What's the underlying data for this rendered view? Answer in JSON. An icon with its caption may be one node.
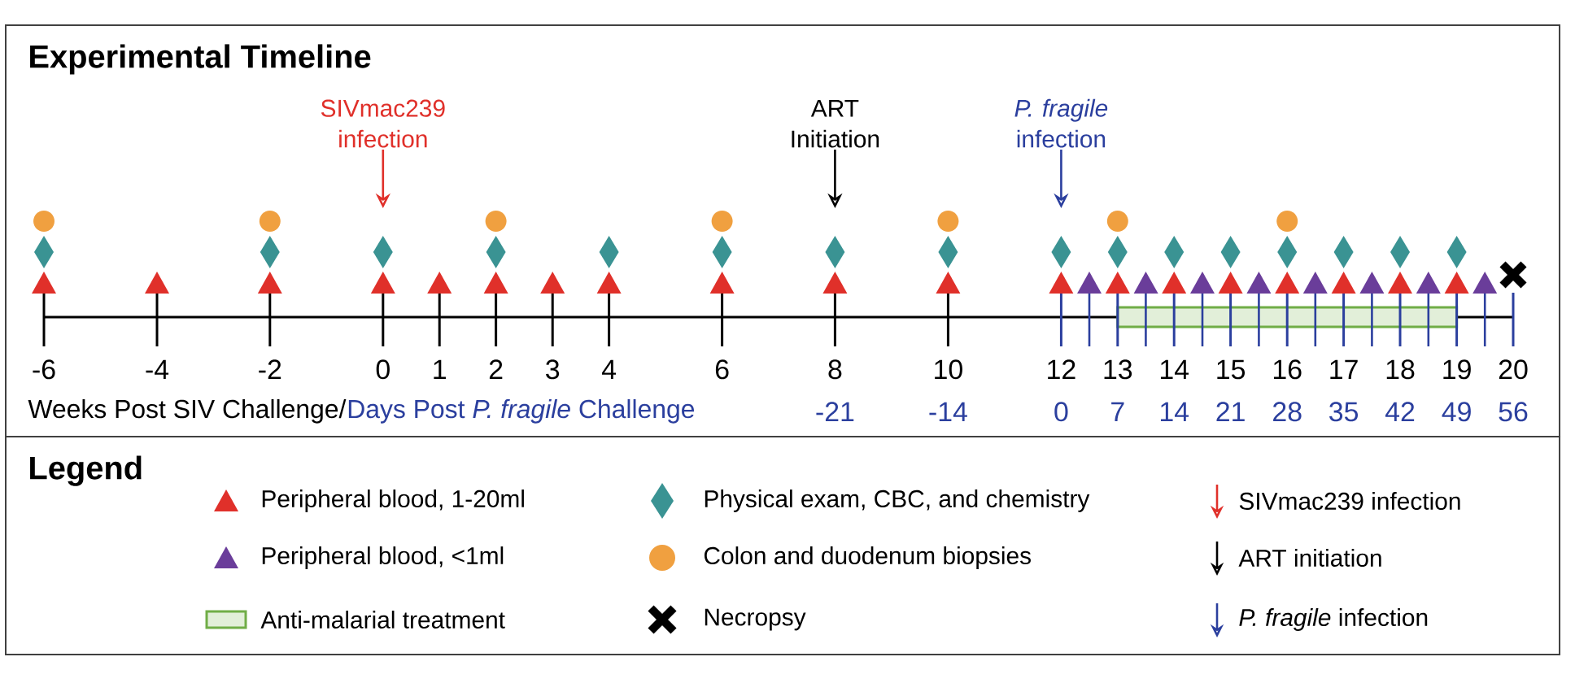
{
  "diagram": {
    "nodes": [
      {
        "text": [
          "Experimental Timeline"
        ]
      },
      {
        "text": [
          "Legend"
        ]
      },
      {
        "text": [
          "SIVmac239 infection"
        ],
        "in": 0
      },
      {
        "text": [
          "ART Initiation"
        ],
        "in": 0
      },
      {
        "text": [
          "*P. fragile* infection"
        ],
        "in": 0
      },
      {
        "text": [],
        "shape": "picture",
        "in": 0
      }
    ],
    "edges": [
      {
        "from": 2,
        "to": 5,
        "arrow": "to",
        "color": "#e0302a"
      },
      {
        "from": 3,
        "to": 5,
        "arrow": "to",
        "color": "#000000"
      },
      {
        "from": 4,
        "to": 5,
        "arrow": "to",
        "color": "#2b3f9e"
      }
    ],
    "labels": [
      "-6",
      "-4",
      "-2",
      "0",
      "1",
      "2",
      "3",
      "4",
      "6",
      "8",
      "10",
      "12",
      "13",
      "14",
      "15",
      "16",
      "17",
      "18",
      "19",
      "20",
      "Weeks Post SIV Challenge/",
      "Days Post *P. fragile* Challenge",
      "-21",
      "-14",
      "0",
      "7",
      "14",
      "21",
      "28",
      "35",
      "42",
      "49",
      "56"
    ],
    "legend": [
      {
        "text": "Peripheral blood, 1-20ml",
        "color": "#e0302a"
      },
      {
        "text": "Physical exam, CBC, and chemistry",
        "color": "#3a9393"
      },
      {
        "text": "SIVmac239 infection"
      },
      {
        "text": "Peripheral blood, <1ml",
        "color": "#6a3d9a"
      },
      {
        "text": "Colon and duodenum biopsies",
        "color": "#f0a040"
      },
      {
        "text": "ART initiation"
      },
      {
        "text": "Anti-malarial treatment",
        "color": "#e2efd9"
      },
      {
        "text": "Necropsy",
        "color": "#000000"
      },
      {
        "text": "*P. fragile* infection"
      }
    ]
  }
}
